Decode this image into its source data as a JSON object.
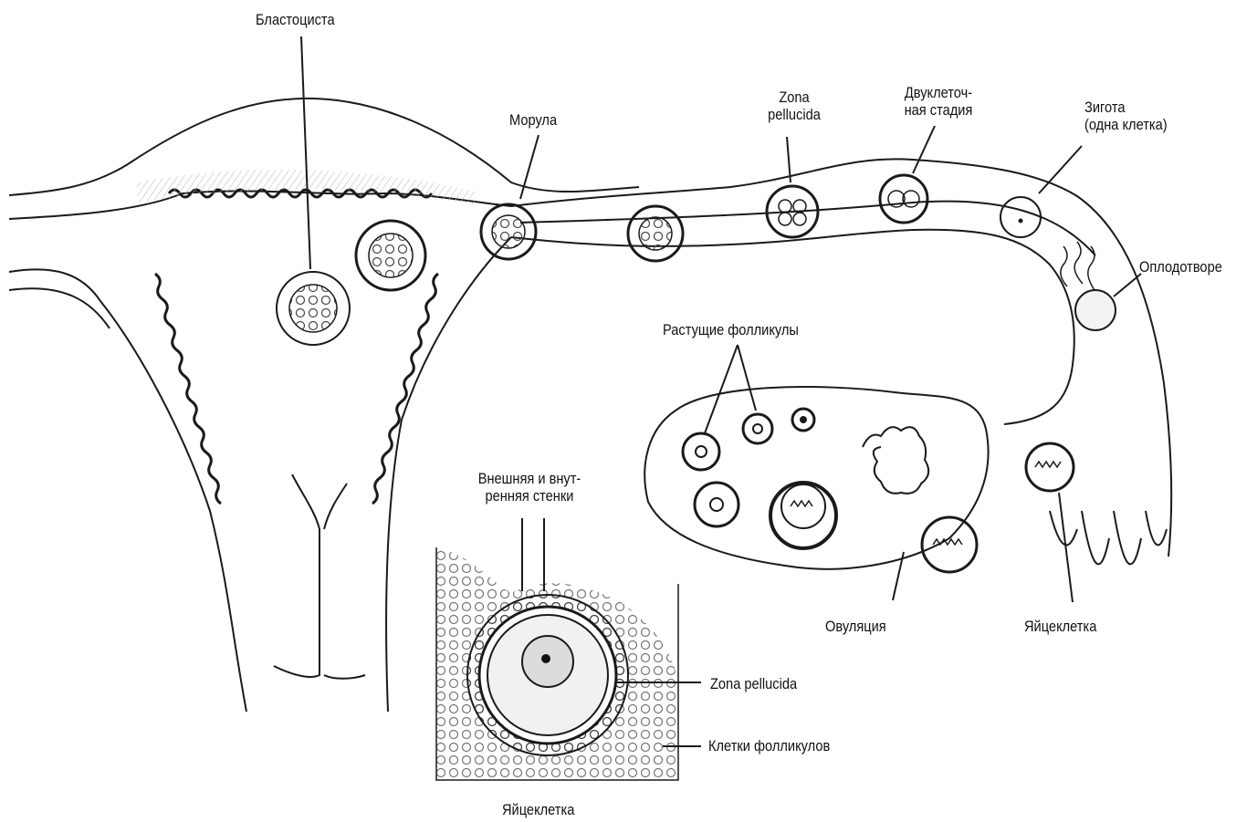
{
  "labels": {
    "blastocyst": "Бластоциста",
    "morula": "Морула",
    "zona_top_1": "Zona",
    "zona_top_2": "pellucida",
    "two_cell_1": "Двуклеточ-",
    "two_cell_2": "ная стадия",
    "zygote_1": "Зигота",
    "zygote_2": "(одна клетка)",
    "fertilization": "Оплодотворе",
    "growing_follicles": "Растущие фолликулы",
    "walls_1": "Внешняя и внут-",
    "walls_2": "ренняя стенки",
    "ovulation": "Овуляция",
    "oocyte_right": "Яйцеклетка",
    "zona_inset": "Zona pellucida",
    "follicle_cells": "Клетки фолликулов",
    "oocyte_bottom": "Яйцеклетка"
  },
  "colors": {
    "ink": "#1a1a1a",
    "shade": "#9a9a9a",
    "paper": "#ffffff"
  }
}
